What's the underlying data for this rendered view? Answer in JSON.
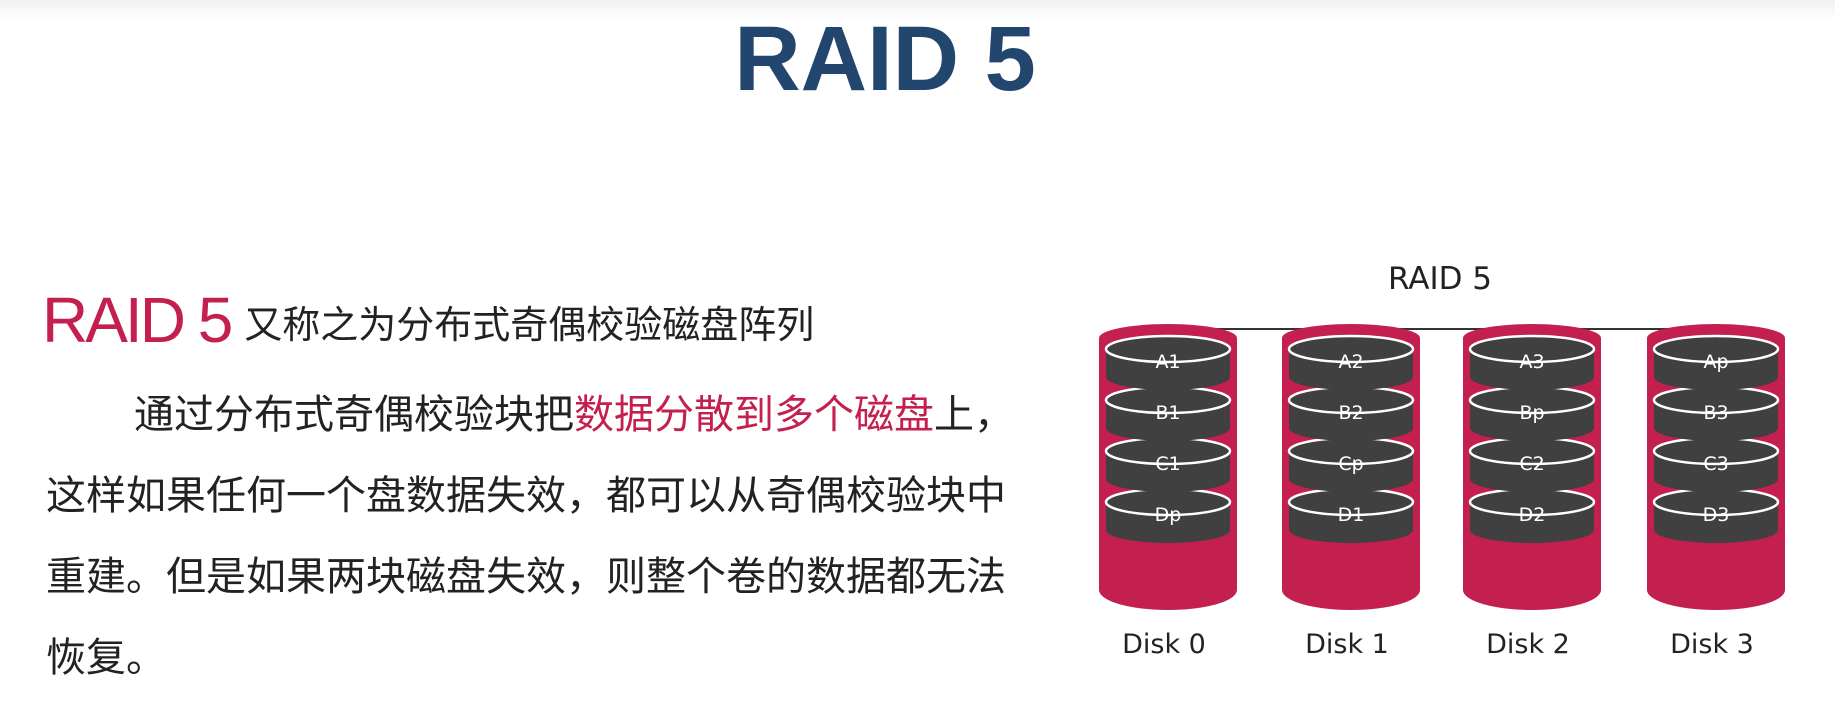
{
  "slide": {
    "title": "RAID 5"
  },
  "intro": {
    "term": "RAID 5",
    "definition": "又称之为分布式奇偶校验磁盘阵列"
  },
  "body": {
    "part1": "通过分布式奇偶校验块把",
    "highlight": "数据分散到多个磁盘",
    "part2": "上，这样如果任何一个盘数据失效，都可以从奇偶校验块中重建。但是如果两块磁盘失效，则整个卷的数据都无法恢复。"
  },
  "diagram": {
    "title": "RAID 5",
    "colors": {
      "disk_case": "#c3204f",
      "platter": "#404040",
      "platter_edge": "#ffffff",
      "connector": "#333333",
      "block_text": "#ffffff"
    },
    "disks": [
      {
        "label": "Disk 0",
        "blocks": [
          "A1",
          "B1",
          "C1",
          "Dp"
        ]
      },
      {
        "label": "Disk 1",
        "blocks": [
          "A2",
          "B2",
          "Cp",
          "D1"
        ]
      },
      {
        "label": "Disk 2",
        "blocks": [
          "A3",
          "Bp",
          "C2",
          "D2"
        ]
      },
      {
        "label": "Disk 3",
        "blocks": [
          "Ap",
          "B3",
          "C3",
          "D3"
        ]
      }
    ]
  }
}
